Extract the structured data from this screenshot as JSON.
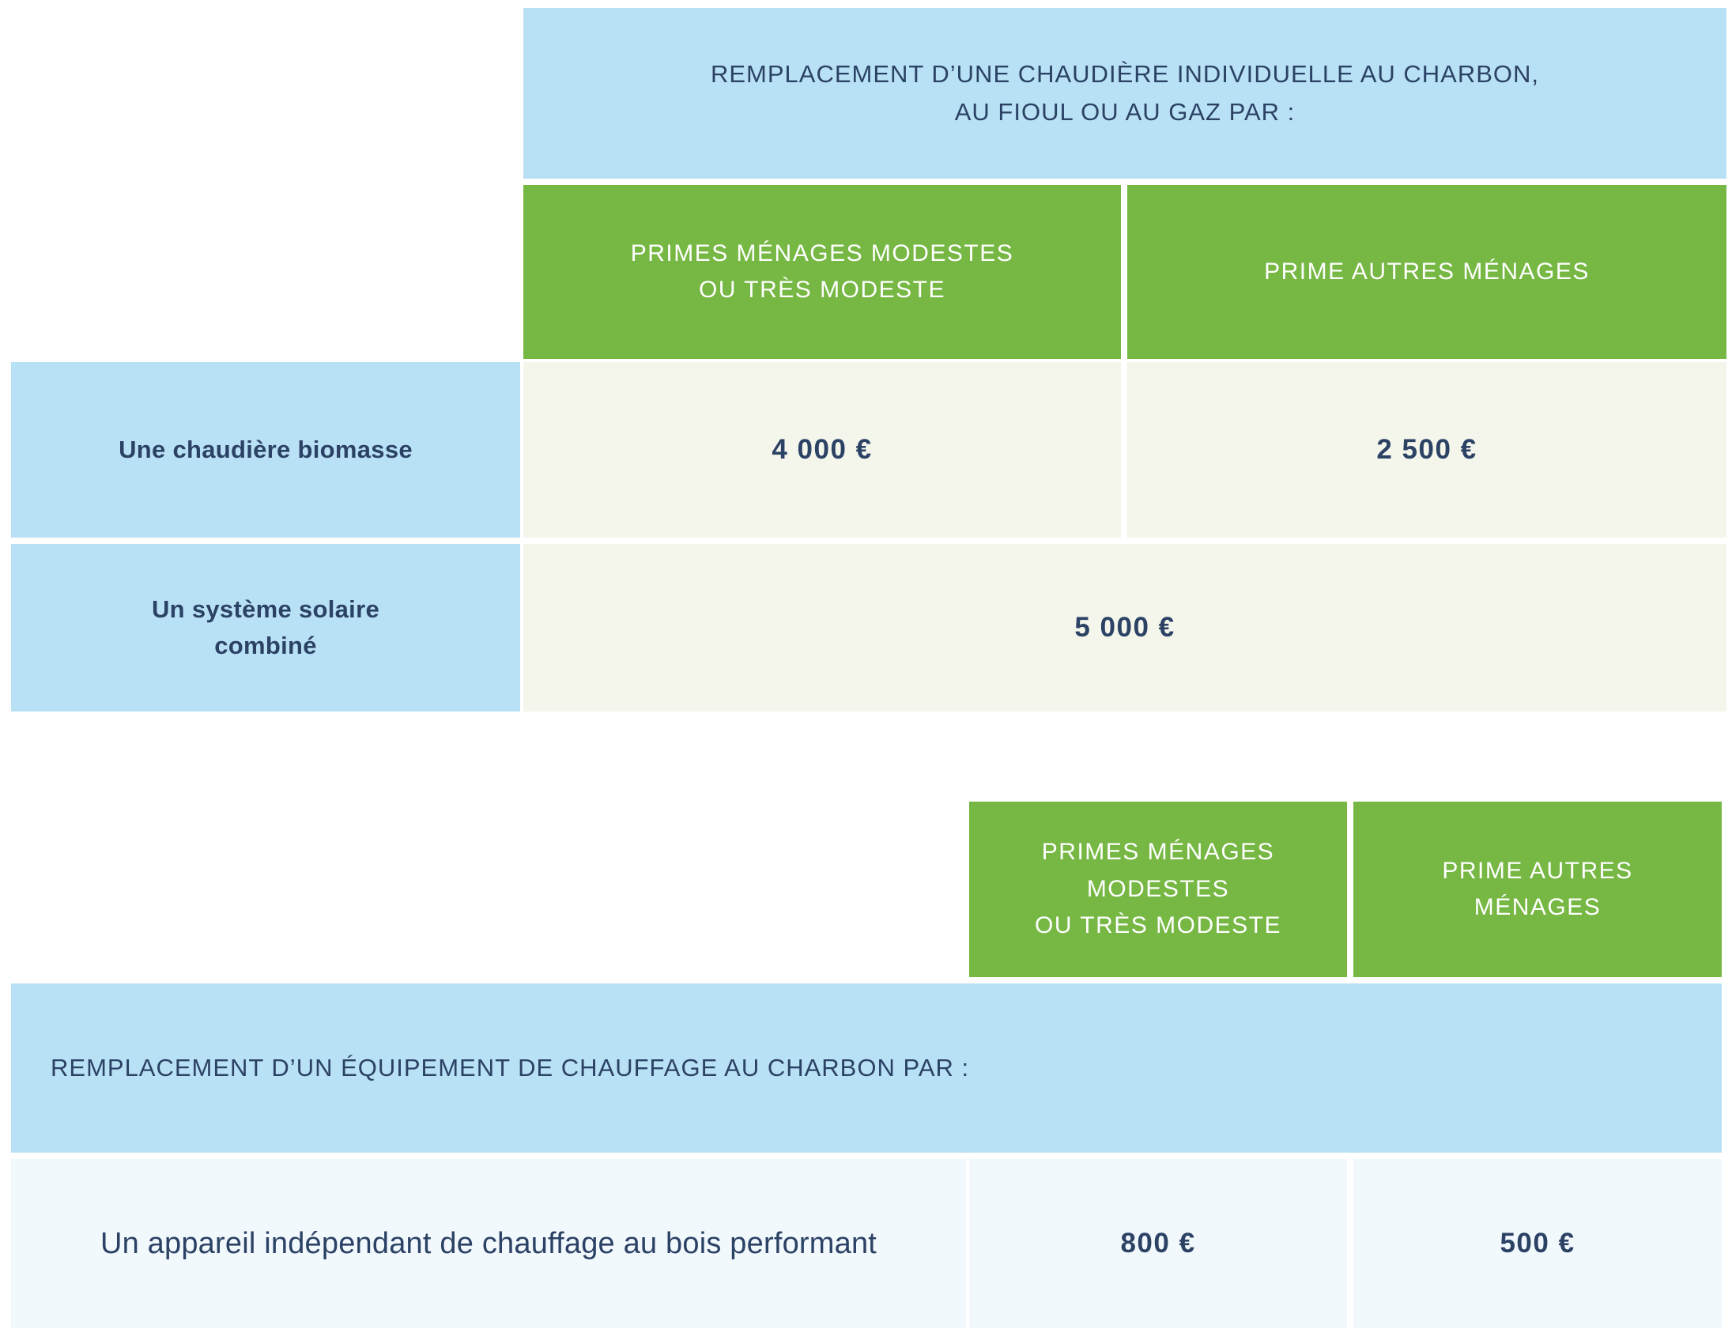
{
  "palette": {
    "green": "#76b843",
    "light_blue": "#b9e1f5",
    "navy_text": "#2b4265",
    "cream_row": "#f4f6ec",
    "pale_blue_row": "#f2f9fd",
    "gap_white": "#ffffff"
  },
  "table1": {
    "header": "REMPLACEMENT D’UNE CHAUDIÈRE INDIVIDUELLE AU CHARBON,\nAU FIOUL OU AU GAZ PAR :",
    "columns": [
      {
        "label": "PRIMES MÉNAGES MODESTES\nOU TRÈS MODESTE"
      },
      {
        "label": "PRIME AUTRES MÉNAGES"
      }
    ],
    "rows": [
      {
        "label": "Une chaudière biomasse",
        "merged": false,
        "values": [
          "4 000 €",
          "2 500 €"
        ]
      },
      {
        "label": "Un système solaire\ncombiné",
        "merged": true,
        "values": [
          "5 000 €"
        ]
      }
    ]
  },
  "table2": {
    "columns": [
      {
        "label": "PRIMES MÉNAGES\nMODESTES\nOU TRÈS MODESTE"
      },
      {
        "label": "PRIME AUTRES\nMÉNAGES"
      }
    ],
    "header": "REMPLACEMENT D’UN ÉQUIPEMENT DE CHAUFFAGE AU CHARBON PAR :",
    "rows": [
      {
        "label": "Un appareil indépendant de chauffage au bois performant",
        "values": [
          "800 €",
          "500 €"
        ]
      }
    ]
  }
}
